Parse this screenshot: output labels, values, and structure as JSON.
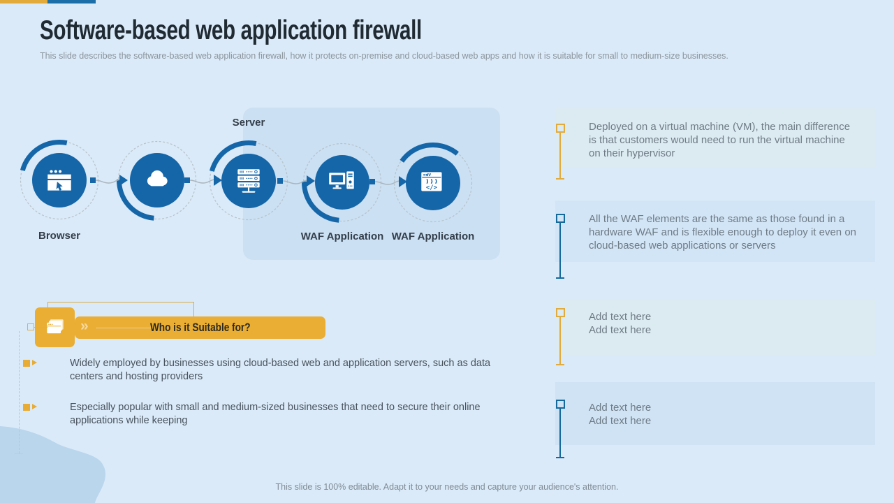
{
  "slide": {
    "title": "Software-based web application firewall",
    "subtitle": "This slide describes the software-based web application firewall, how it protects on-premise and cloud-based web apps and how it is suitable for small to medium-size businesses.",
    "footer": "This slide is 100% editable. Adapt it to your needs and capture your audience's attention."
  },
  "colors": {
    "background": "#DBEAF8",
    "panel": "#CBE0F3",
    "brand_blue": "#1566A8",
    "gold": "#E9AE33",
    "steel_blue": "#16699B",
    "blob": "#B9D6ED",
    "title_text": "#1F2A33",
    "body_text": "#6F7B85"
  },
  "diagram": {
    "nodes": [
      {
        "icon": "browser-icon",
        "label": "Browser"
      },
      {
        "icon": "cloud-icon",
        "label": ""
      },
      {
        "icon": "server-icon",
        "label": "Server"
      },
      {
        "icon": "waf-desktop-icon",
        "label": "WAF Application"
      },
      {
        "icon": "waf-code-icon",
        "label": "WAF Application"
      }
    ]
  },
  "callouts": [
    {
      "accent": "#E2AB3E",
      "bg": "#DCEAF2",
      "lines": [
        "Deployed on a virtual machine (VM), the main difference",
        "is that customers would need to run the virtual machine",
        "on their hypervisor"
      ]
    },
    {
      "accent": "#16699B",
      "bg": "#D2E5F6",
      "lines": [
        "All the WAF elements are the same as those found in a",
        "hardware WAF and is flexible enough to deploy it even on",
        "cloud-based web applications or servers"
      ]
    },
    {
      "accent": "#E2AB3E",
      "bg": "#DCEAF2",
      "lines": [
        "Add text here",
        "Add text here"
      ]
    },
    {
      "accent": "#16699B",
      "bg": "#CFE3F5",
      "lines": [
        "Add text here",
        "Add text here"
      ]
    }
  ],
  "suitability": {
    "heading": "Who is it Suitable for?",
    "chevron": "»",
    "bullets": [
      {
        "lines": [
          "Widely employed by businesses using cloud-based web and application servers, such as data",
          "centers and hosting providers"
        ]
      },
      {
        "lines": [
          "Especially popular with small and medium-sized businesses that need to secure their online",
          "applications while keeping"
        ]
      }
    ]
  }
}
